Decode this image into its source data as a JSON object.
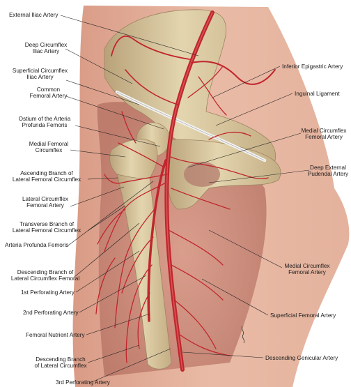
{
  "labels": {
    "external_iliac_artery": "External Iliac Artery",
    "deep_circumflex_iliac_artery": [
      "Deep Circumflex",
      "Iliac Artery"
    ],
    "superficial_circumflex_iliac_artery": [
      "Superficial Circumflex",
      "Iliac Artery"
    ],
    "common_femoral_artery": [
      "Common",
      "Femoral Artery"
    ],
    "ostium_profunda_femoris": [
      "Ostium of the Arteria",
      "Profunda Femoris"
    ],
    "medial_femoral_circumflex": [
      "Medial Femoral",
      "Circumflex"
    ],
    "ascending_branch_lateral_femoral_circumflex": [
      "Ascending Branch of",
      "Lateral Femoral Circumflex"
    ],
    "lateral_circumflex_femoral_artery": [
      "Lateral Circumflex",
      "Femoral Artery"
    ],
    "transverse_branch_lateral_femoral_circumflex": [
      "Transverse Branch of",
      "Lateral Femoral Circumflex"
    ],
    "arteria_profunda_femoris": "Arteria Profunda Femoris",
    "descending_branch_lateral_circumflex_femoral": [
      "Descending Branch of",
      "Lateral Circumflex Femoral"
    ],
    "first_perforating_artery": "1st Perforating Artery",
    "second_perforating_artery": "2nd Perforating Artery",
    "femoral_nutrient_artery": "Femoral Nutrient Artery",
    "descending_branch_lateral_circumflex": [
      "Descending Branch",
      "of Lateral Circumflex"
    ],
    "third_perforating_artery": "3rd Perforating Artery",
    "inferior_epigastric_artery": "Inferior Epigastric Artery",
    "inguinal_ligament": "Inguinal Ligament",
    "medial_circumflex_femoral_artery_upper": [
      "Medial Circumflex",
      "Femoral Artery"
    ],
    "deep_external_pudendal_artery": [
      "Deep External",
      "Pudendal Artery"
    ],
    "medial_circumflex_femoral_artery_lower": [
      "Medial Circumflex",
      "Femoral Artery"
    ],
    "superficial_femoral_artery": "Superficial Femoral Artery",
    "descending_genicular_artery": "Descending Genicular Artery"
  },
  "colors": {
    "background": "#ffffff",
    "skin": "#e7b6a0",
    "muscle": "#c98a7c",
    "bone": "#d8c9a0",
    "artery": "#c0262c",
    "ligament": "#eeeeee",
    "leader_line": "#222222"
  }
}
